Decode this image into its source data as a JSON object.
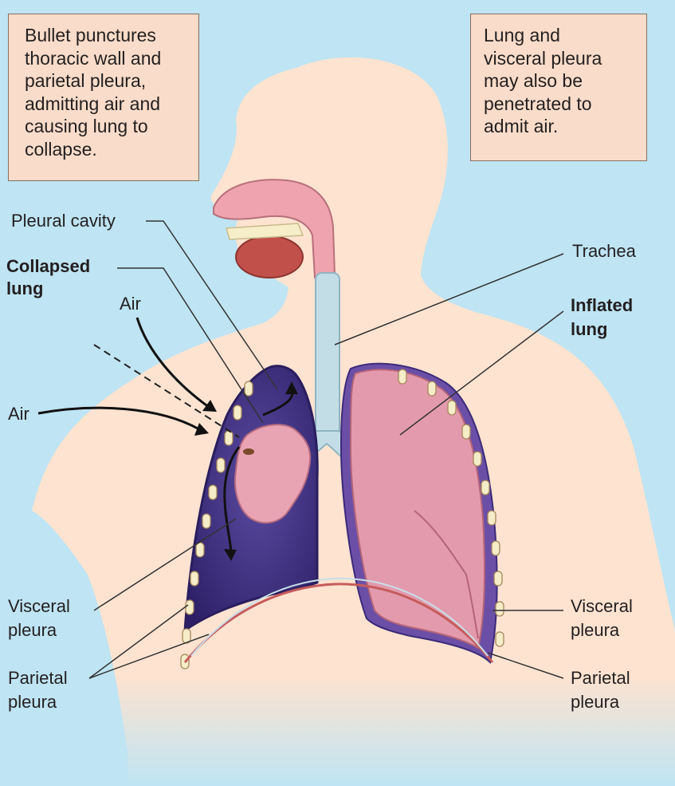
{
  "callouts": {
    "left": [
      "Bullet punctures",
      "thoracic wall and",
      "parietal pleura,",
      "admitting air and",
      "causing lung to",
      "collapse."
    ],
    "right": [
      "Lung and",
      "visceral pleura",
      "may also be",
      "penetrated to",
      "admit air."
    ]
  },
  "labels": {
    "pleural_cavity": "Pleural cavity",
    "collapsed_lung": [
      "Collapsed",
      "lung"
    ],
    "air_upper": "Air",
    "air_left": "Air",
    "trachea": "Trachea",
    "inflated_lung": [
      "Inflated",
      "lung"
    ],
    "visceral_pleura_left": [
      "Visceral",
      "pleura"
    ],
    "parietal_pleura_left": [
      "Parietal",
      "pleura"
    ],
    "visceral_pleura_right": [
      "Visceral",
      "pleura"
    ],
    "parietal_pleura_right": [
      "Parietal",
      "pleura"
    ]
  },
  "colors": {
    "background": "#bfe4f3",
    "skin": "#fde3d0",
    "pleural_space": "#3a2a78",
    "lung": "#e39aad",
    "callout_fill": "#f9dcc9",
    "trachea": "#c3dde6"
  }
}
